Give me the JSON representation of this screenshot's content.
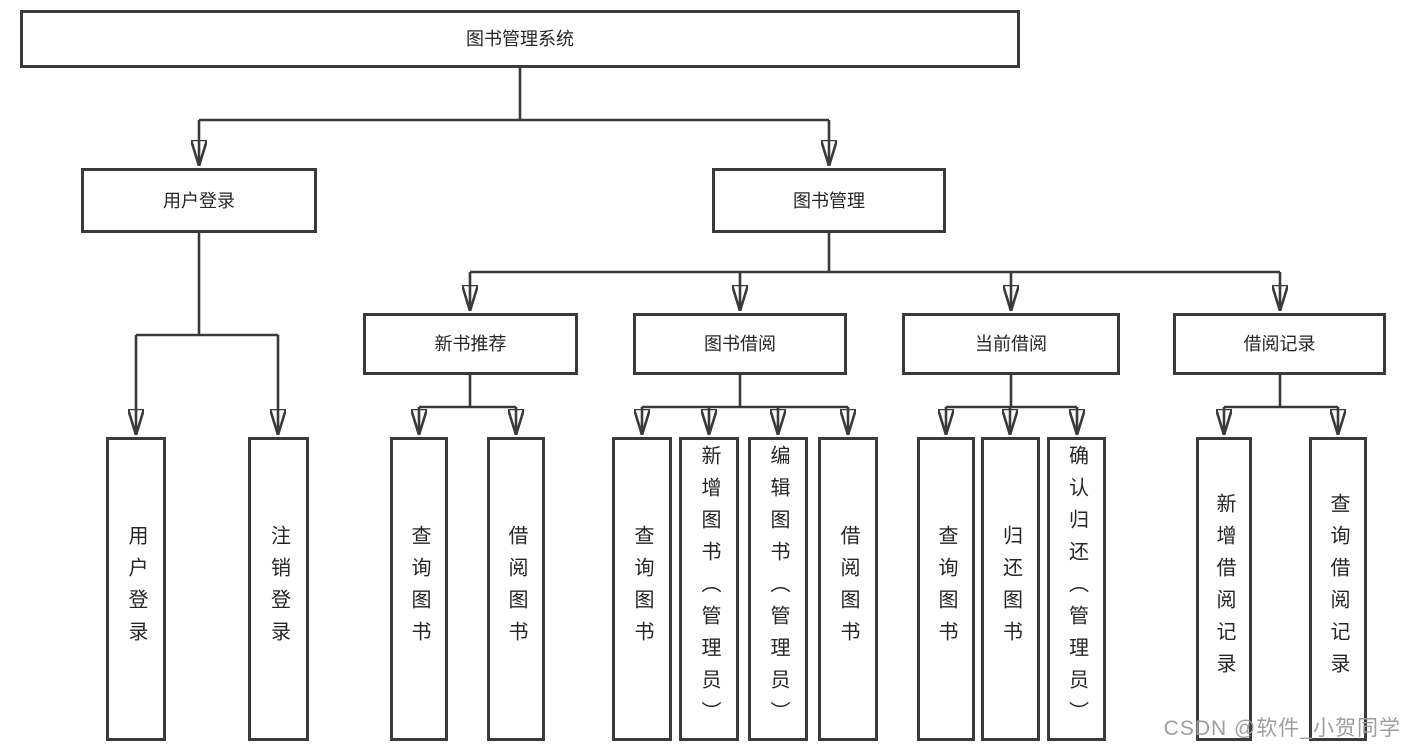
{
  "tree": {
    "root": "图书管理系统",
    "children": [
      {
        "label": "用户登录",
        "children": [
          {
            "label": "用户登录"
          },
          {
            "label": "注销登录"
          }
        ]
      },
      {
        "label": "图书管理",
        "children": [
          {
            "label": "新书推荐",
            "children": [
              {
                "label": "查询图书"
              },
              {
                "label": "借阅图书"
              }
            ]
          },
          {
            "label": "图书借阅",
            "children": [
              {
                "label": "查询图书"
              },
              {
                "label": "新增图书（管理员）"
              },
              {
                "label": "编辑图书（管理员）"
              },
              {
                "label": "借阅图书"
              }
            ]
          },
          {
            "label": "当前借阅",
            "children": [
              {
                "label": "查询图书"
              },
              {
                "label": "归还图书"
              },
              {
                "label": "确认归还（管理员）"
              }
            ]
          },
          {
            "label": "借阅记录",
            "children": [
              {
                "label": "新增借阅记录"
              },
              {
                "label": "查询借阅记录"
              }
            ]
          }
        ]
      }
    ]
  },
  "watermark": {
    "text": "CSDN @软件_小贺同学"
  },
  "colors": {
    "line": "#3a3a3a",
    "box_border": "#3a3a3a",
    "box_background": "#ffffff",
    "text": "#262626",
    "watermark": "#9e9e9e",
    "page_background": "#ffffff"
  }
}
